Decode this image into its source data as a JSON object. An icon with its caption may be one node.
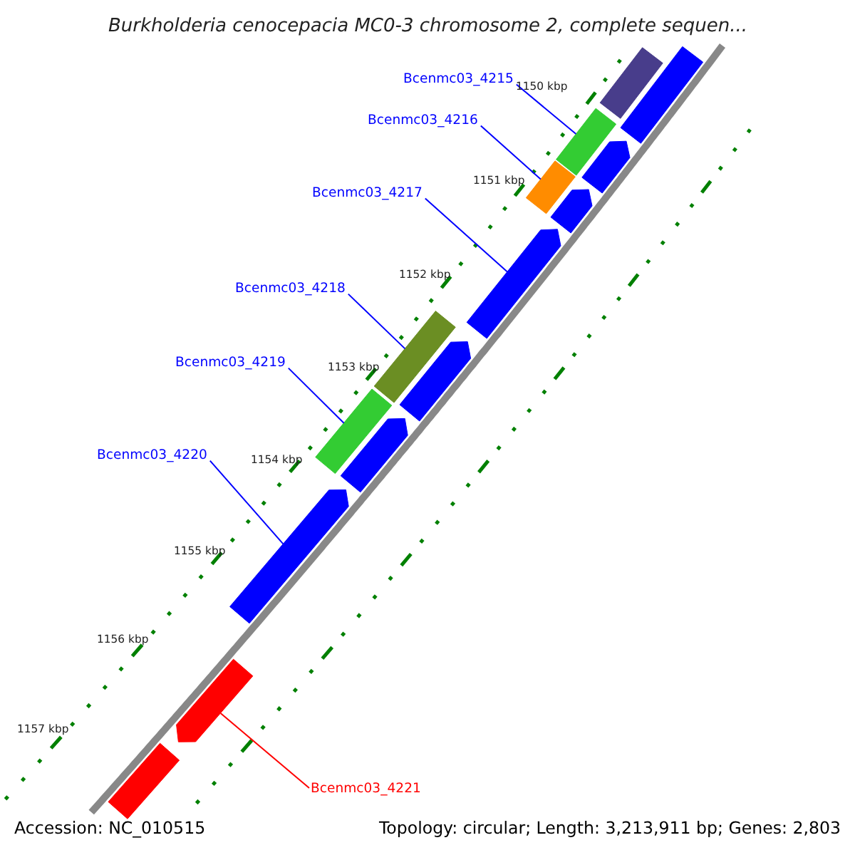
{
  "diagram": {
    "title": "Burkholderia cenocepacia MC0-3 chromosome 2, complete sequen...",
    "nodes": [
      {
        "text": [
          "Bcenmc03_4215"
        ]
      },
      {
        "text": [
          "Bcenmc03_4216"
        ]
      },
      {
        "text": [
          "Bcenmc03_4217"
        ]
      },
      {
        "text": [
          "Bcenmc03_4218"
        ]
      },
      {
        "text": [
          "Bcenmc03_4219"
        ]
      },
      {
        "text": [
          "Bcenmc03_4220"
        ]
      },
      {
        "text": [
          "Bcenmc03_4221"
        ]
      },
      {
        "text": [],
        "shape": "bar"
      },
      {
        "text": [],
        "shape": "bar"
      },
      {
        "text": [],
        "shape": "bar"
      },
      {
        "text": [],
        "shape": "bar"
      },
      {
        "text": [],
        "shape": "bar"
      },
      {
        "text": [],
        "shape": "bar"
      },
      {
        "text": [],
        "shape": "bar"
      },
      {
        "text": [],
        "shape": "bar"
      },
      {
        "text": [],
        "shape": "bar"
      },
      {
        "text": [],
        "shape": "bar"
      },
      {
        "text": [],
        "shape": "bar"
      },
      {
        "text": [],
        "shape": "bar"
      },
      {
        "text": [],
        "shape": "bar"
      },
      {
        "text": [],
        "shape": "bar"
      }
    ],
    "edges": [
      {
        "from": 0,
        "to": 9,
        "arrow": "none"
      },
      {
        "from": 1,
        "to": 11,
        "arrow": "none"
      },
      {
        "from": 2,
        "to": 13,
        "arrow": "none"
      },
      {
        "from": 3,
        "to": 14,
        "arrow": "none"
      },
      {
        "from": 4,
        "to": 16,
        "arrow": "none"
      },
      {
        "from": 5,
        "to": 18,
        "arrow": "none"
      },
      {
        "from": 6,
        "to": 19,
        "arrow": "none",
        "color": "#ff0000"
      }
    ],
    "labels": [
      "1150 kbp",
      "1151 kbp",
      "1152 kbp",
      "1153 kbp",
      "1154 kbp",
      "1155 kbp",
      "1156 kbp",
      "1157 kbp",
      "Accession: NC_010515",
      "Topology: circular; Length: 3,213,911 bp; Genes: 2,803"
    ]
  }
}
